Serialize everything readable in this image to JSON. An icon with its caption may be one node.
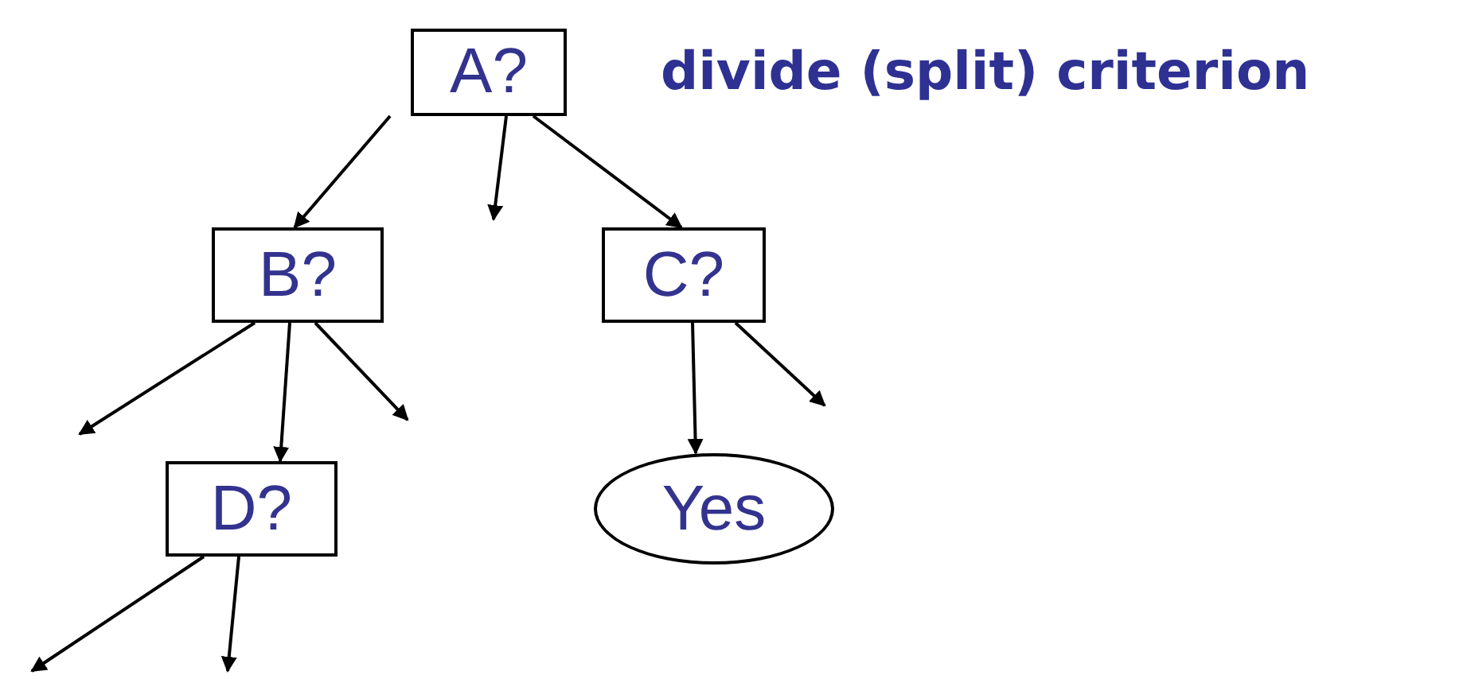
{
  "diagram": {
    "nodes": [
      {
        "text": [
          "A?"
        ]
      },
      {
        "text": [
          "B?"
        ]
      },
      {
        "text": [
          "C?"
        ]
      },
      {
        "text": [
          "D?"
        ]
      },
      {
        "text": [
          "Yes"
        ]
      }
    ],
    "edges": [
      {
        "from": 0,
        "to": 1,
        "arrow": "to"
      },
      {
        "from": 0,
        "to": null,
        "arrow": "to"
      },
      {
        "from": 0,
        "to": 2,
        "arrow": "to"
      },
      {
        "from": 1,
        "to": null,
        "arrow": "to"
      },
      {
        "from": 1,
        "to": 3,
        "arrow": "to"
      },
      {
        "from": 1,
        "to": null,
        "arrow": "to"
      },
      {
        "from": 2,
        "to": 4,
        "arrow": "to"
      },
      {
        "from": 2,
        "to": null,
        "arrow": "to"
      },
      {
        "from": 3,
        "to": null,
        "arrow": "to"
      },
      {
        "from": 3,
        "to": null,
        "arrow": "to"
      }
    ],
    "labels": [
      "divide (split) criterion"
    ]
  }
}
